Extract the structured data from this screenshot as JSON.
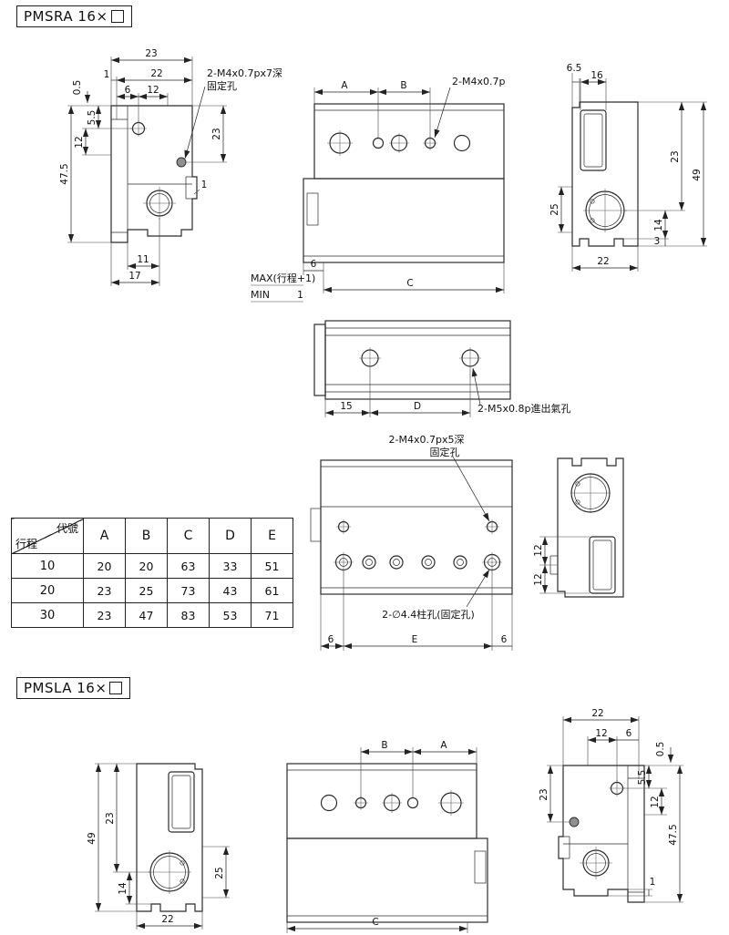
{
  "titles": {
    "model_top": "PMSRA  16×",
    "model_bottom": "PMSLA  16×"
  },
  "notes": {
    "fixing_hole_deep7_line1": "2-M4x0.7px7深",
    "fixing_hole_deep7_line2": "固定孔",
    "thread_m4": "2-M4x0.7p",
    "stroke_max": "MAX(行程+1)",
    "stroke_min": "MIN",
    "stroke_min_value": "1",
    "air_port": "2-M5x0.8p進出氣孔",
    "fixing_hole_deep5_line1": "2-M4x0.7px5深",
    "fixing_hole_deep5_line2": "固定孔",
    "pillar_hole": "2-∅4.4柱孔(固定孔)"
  },
  "dims": {
    "sra_side": {
      "top23": "23",
      "top1": "1",
      "top22": "22",
      "top6": "6",
      "top12": "12",
      "left05": "0.5",
      "left55": "5.5",
      "left12": "12",
      "left475": "47.5",
      "right23": "23",
      "right1": "1",
      "bot11": "11",
      "bot17": "17"
    },
    "sra_front": {
      "a": "A",
      "b": "B",
      "bot6": "6",
      "c": "C"
    },
    "sra_end": {
      "top65": "6.5",
      "top16": "16",
      "right49": "49",
      "right23": "23",
      "right14": "14",
      "right3": "3",
      "left25": "25",
      "bot22": "22"
    },
    "sra_bottom": {
      "b15": "15",
      "d": "D"
    },
    "sra_top": {
      "left6": "6",
      "e": "E",
      "right6": "6"
    },
    "sra_end_rot": {
      "upper12": "12",
      "lower12": "12"
    },
    "sla_end": {
      "left49": "49",
      "left23": "23",
      "left14": "14",
      "right25": "25",
      "bot22": "22"
    },
    "sla_front": {
      "b": "B",
      "a": "A",
      "c": "C"
    },
    "sla_side": {
      "top22": "22",
      "top12": "12",
      "top6": "6",
      "left23": "23",
      "right05": "0.5",
      "right55": "5.5",
      "right12": "12",
      "right475": "47.5",
      "right1": "1"
    }
  },
  "table": {
    "corner_top": "代號",
    "corner_bottom": "行程",
    "columns": [
      "A",
      "B",
      "C",
      "D",
      "E"
    ],
    "rows": [
      {
        "stroke": "10",
        "A": "20",
        "B": "20",
        "C": "63",
        "D": "33",
        "E": "51"
      },
      {
        "stroke": "20",
        "A": "23",
        "B": "25",
        "C": "73",
        "D": "43",
        "E": "61"
      },
      {
        "stroke": "30",
        "A": "23",
        "B": "47",
        "C": "83",
        "D": "53",
        "E": "71"
      }
    ]
  }
}
